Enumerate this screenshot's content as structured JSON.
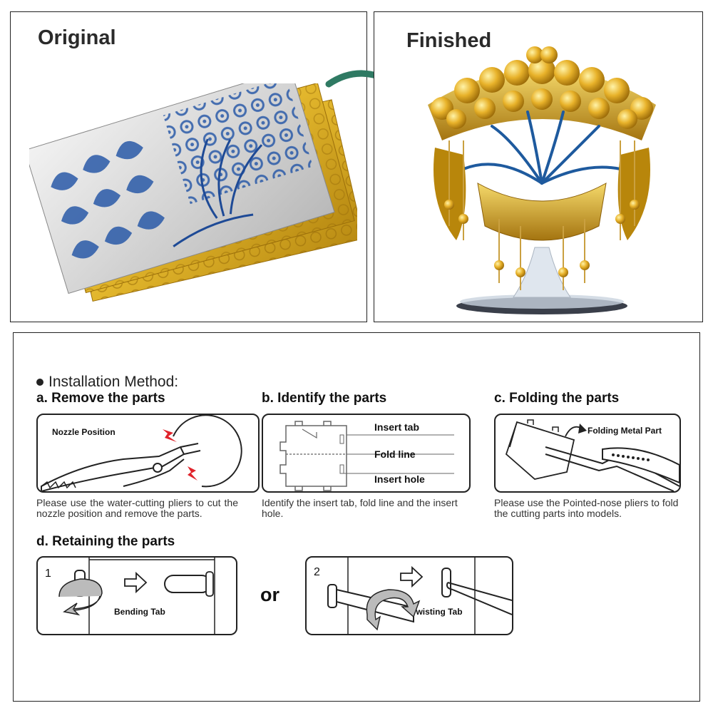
{
  "top": {
    "original_label": "Original",
    "finished_label": "Finished"
  },
  "instructions": {
    "heading": "Installation Method:",
    "a": {
      "title": "a. Remove the parts",
      "label": "Nozzle Position",
      "desc": "Please use the water-cutting pliers to cut the nozzle position and remove the parts."
    },
    "b": {
      "title": "b. Identify the parts",
      "labels": [
        "Insert tab",
        "Fold line",
        "Insert hole"
      ],
      "desc": "Identify the insert tab, fold line and the insert hole."
    },
    "c": {
      "title": "c. Folding the parts",
      "label": "Folding Metal Part",
      "desc": "Please use the Pointed-nose pliers to fold the cutting parts into models."
    },
    "d": {
      "title": "d. Retaining the parts",
      "step1_num": "1",
      "step1_label": "Bending Tab",
      "or_label": "or",
      "step2_num": "2",
      "step2_label": "Twisting Tab"
    }
  },
  "colors": {
    "gold": "#e2b62c",
    "blue": "#2a5aa8",
    "arrow_green": "#2f7a63",
    "red": "#e0232b"
  }
}
